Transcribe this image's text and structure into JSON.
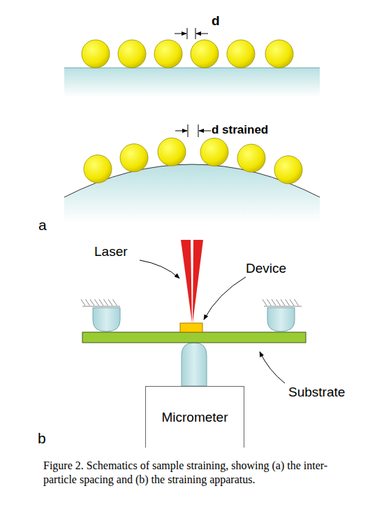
{
  "diagram": {
    "caption": "Figure 2. Schematics of sample straining, showing (a) the inter-particle spacing and (b) the straining apparatus.",
    "nodes": [
      {
        "text": [
          "Micrometer"
        ]
      }
    ],
    "labels": [
      "d",
      "d strained",
      "a",
      "Laser",
      "Device",
      "Substrate",
      "b"
    ]
  }
}
